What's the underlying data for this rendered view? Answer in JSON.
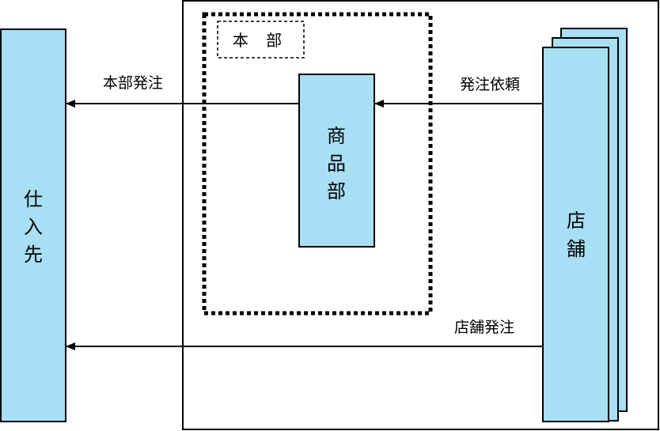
{
  "colors": {
    "box_fill": "#a8dff4",
    "stroke": "#000000",
    "background": "#ffffff"
  },
  "supplier": {
    "chars": [
      "仕",
      "入",
      "先"
    ]
  },
  "store": {
    "chars": [
      "店",
      "舗"
    ]
  },
  "merchandising": {
    "chars": [
      "商",
      "品",
      "部"
    ]
  },
  "headquarters": {
    "label": "本 部"
  },
  "flows": {
    "hq_order": "本部発注",
    "order_request": "発注依頼",
    "store_order": "店舗発注"
  }
}
